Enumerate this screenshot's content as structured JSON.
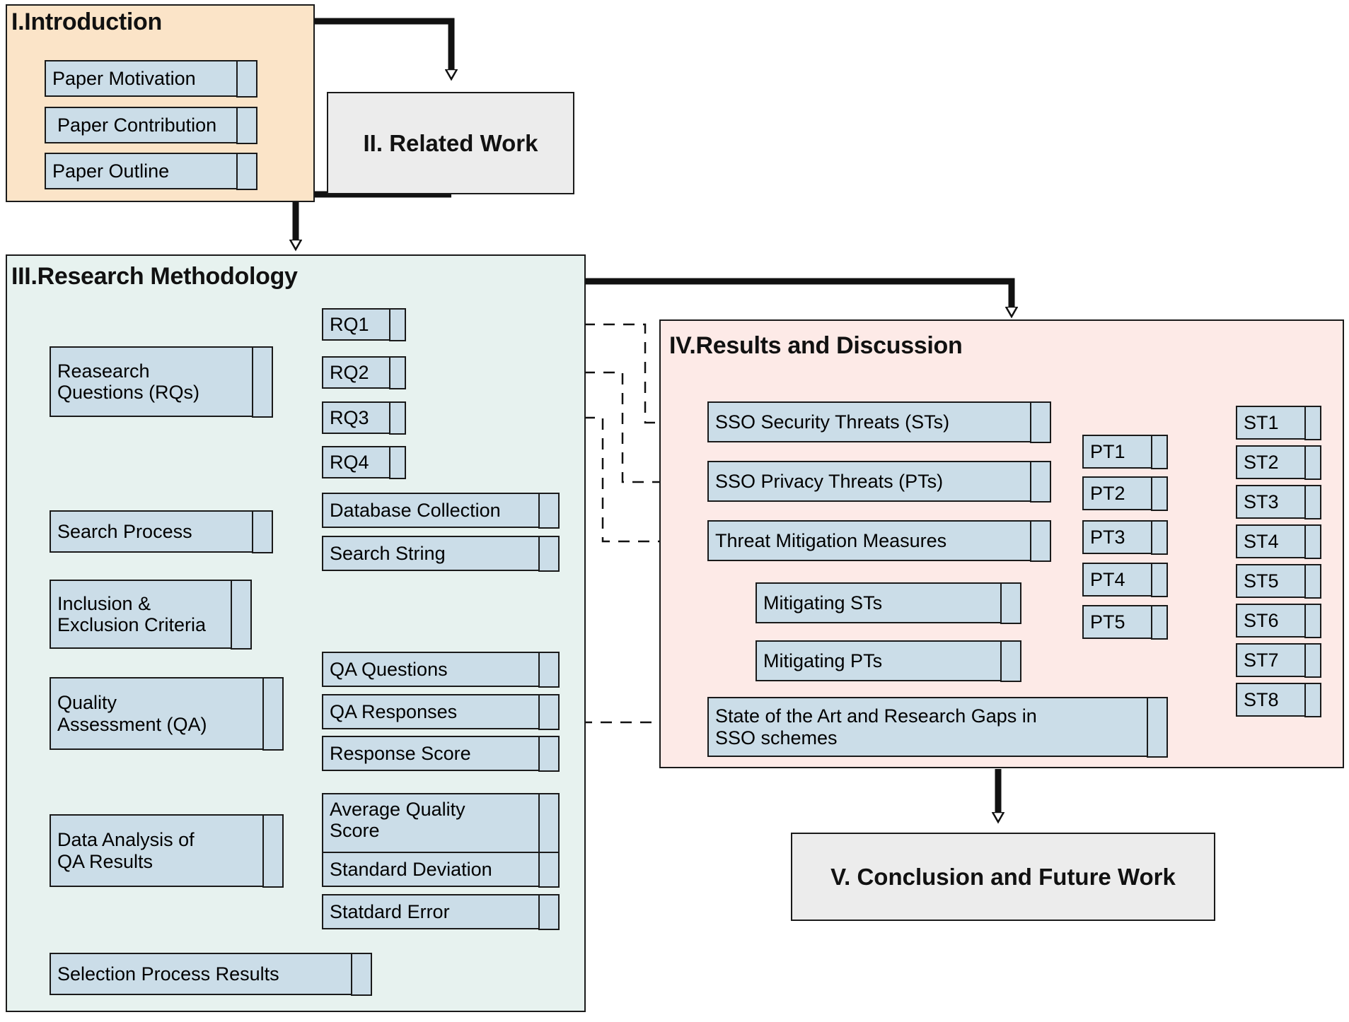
{
  "diagram": {
    "title": "Paper Structure Flowchart",
    "colors": {
      "intro_fill": "#fbe4c8",
      "method_fill": "#e7f2ef",
      "results_fill": "#fdeae7",
      "node_fill": "#cbdde8",
      "plain_fill": "#ececec",
      "stroke": "#1a1a1a"
    }
  },
  "sections": {
    "introduction": {
      "title": "I.Introduction",
      "items": [
        {
          "label": "Paper Motivation"
        },
        {
          "label": "Paper Contribution"
        },
        {
          "label": "Paper Outline"
        }
      ]
    },
    "related_work": {
      "title": "II. Related Work"
    },
    "research_methodology": {
      "title": "III.Research Methodology",
      "items": [
        {
          "label": "Reasearch\nQuestions (RQs)",
          "children": [
            "RQ1",
            "RQ2",
            "RQ3",
            "RQ4"
          ]
        },
        {
          "label": "Search Process",
          "children": [
            "Database Collection",
            "Search String"
          ]
        },
        {
          "label": "Inclusion &\nExclusion Criteria",
          "children": []
        },
        {
          "label": "Quality\nAssessment  (QA)",
          "children": [
            "QA Questions",
            "QA Responses",
            "Response Score"
          ]
        },
        {
          "label": "Data Analysis of\nQA Results",
          "children": [
            "Average Quality\nScore",
            "Standard Deviation",
            "Statdard Error"
          ]
        },
        {
          "label": "Selection Process Results",
          "children": []
        }
      ],
      "rq": [
        "RQ1",
        "RQ2",
        "RQ3",
        "RQ4"
      ],
      "search_children": [
        "Database Collection",
        "Search String"
      ],
      "qa_children": [
        "QA Questions",
        "QA Responses",
        "Response Score"
      ],
      "data_children": [
        "Average Quality Score",
        "Standard Deviation",
        "Statdard Error"
      ],
      "labels": {
        "research_questions_l1": "Reasearch",
        "research_questions_l2": "Questions (RQs)",
        "search_process": "Search Process",
        "inclusion_l1": "Inclusion &",
        "inclusion_l2": "Exclusion Criteria",
        "quality_l1": "Quality",
        "quality_l2": "Assessment  (QA)",
        "data_analysis_l1": "Data Analysis of",
        "data_analysis_l2": "QA Results",
        "selection_process": "Selection Process Results",
        "database_collection": "Database Collection",
        "search_string": "Search String",
        "qa_questions": "QA Questions",
        "qa_responses": "QA Responses",
        "response_score": "Response Score",
        "avg_quality_l1": "Average Quality",
        "avg_quality_l2": "Score",
        "standard_deviation": "Standard Deviation",
        "standard_error": "Statdard Error"
      }
    },
    "results_discussion": {
      "title": "IV.Results and Discussion",
      "items": [
        {
          "label": "SSO Security Threats (STs)"
        },
        {
          "label": "SSO Privacy Threats (PTs)"
        },
        {
          "label": "Threat Mitigation Measures"
        },
        {
          "label": "Mitigating STs"
        },
        {
          "label": "Mitigating PTs"
        },
        {
          "label": "State of the Art and Research Gaps in\nSSO schemes"
        }
      ],
      "labels": {
        "sso_security_threats": "SSO Security Threats (STs)",
        "sso_privacy_threats": "SSO Privacy Threats (PTs)",
        "threat_mitigation": "Threat Mitigation Measures",
        "mitigating_sts": "Mitigating STs",
        "mitigating_pts": "Mitigating PTs",
        "state_of_art_l1": "State of the Art and Research Gaps in",
        "state_of_art_l2": "SSO schemes"
      },
      "privacy_threats": [
        "PT1",
        "PT2",
        "PT3",
        "PT4",
        "PT5"
      ],
      "security_threats": [
        "ST1",
        "ST2",
        "ST3",
        "ST4",
        "ST5",
        "ST6",
        "ST7",
        "ST8"
      ]
    },
    "conclusion": {
      "title": "V. Conclusion and Future Work"
    }
  },
  "chart_data": {
    "type": "diagram",
    "title": "Paper organization flowchart",
    "nodes": [
      "I.Introduction",
      "II. Related Work",
      "III.Research Methodology",
      "IV.Results and Discussion",
      "V. Conclusion and Future Work"
    ],
    "edges": [
      {
        "from": "I.Introduction",
        "to": "II. Related Work",
        "style": "solid-thick"
      },
      {
        "from": "II. Related Work",
        "to": "III.Research Methodology",
        "style": "solid-thick"
      },
      {
        "from": "III.Research Methodology",
        "to": "IV.Results and Discussion",
        "style": "solid-thick"
      },
      {
        "from": "IV.Results and Discussion",
        "to": "V. Conclusion and Future Work",
        "style": "solid-thick"
      },
      {
        "from": "RQ1",
        "to": "SSO Security Threats (STs)",
        "style": "dashed"
      },
      {
        "from": "RQ2",
        "to": "SSO Privacy Threats (PTs)",
        "style": "dashed"
      },
      {
        "from": "RQ3",
        "to": "Threat Mitigation Measures",
        "style": "dashed"
      },
      {
        "from": "RQ4",
        "to": "State of the Art and Research Gaps in SSO schemes",
        "style": "dashed"
      }
    ]
  }
}
